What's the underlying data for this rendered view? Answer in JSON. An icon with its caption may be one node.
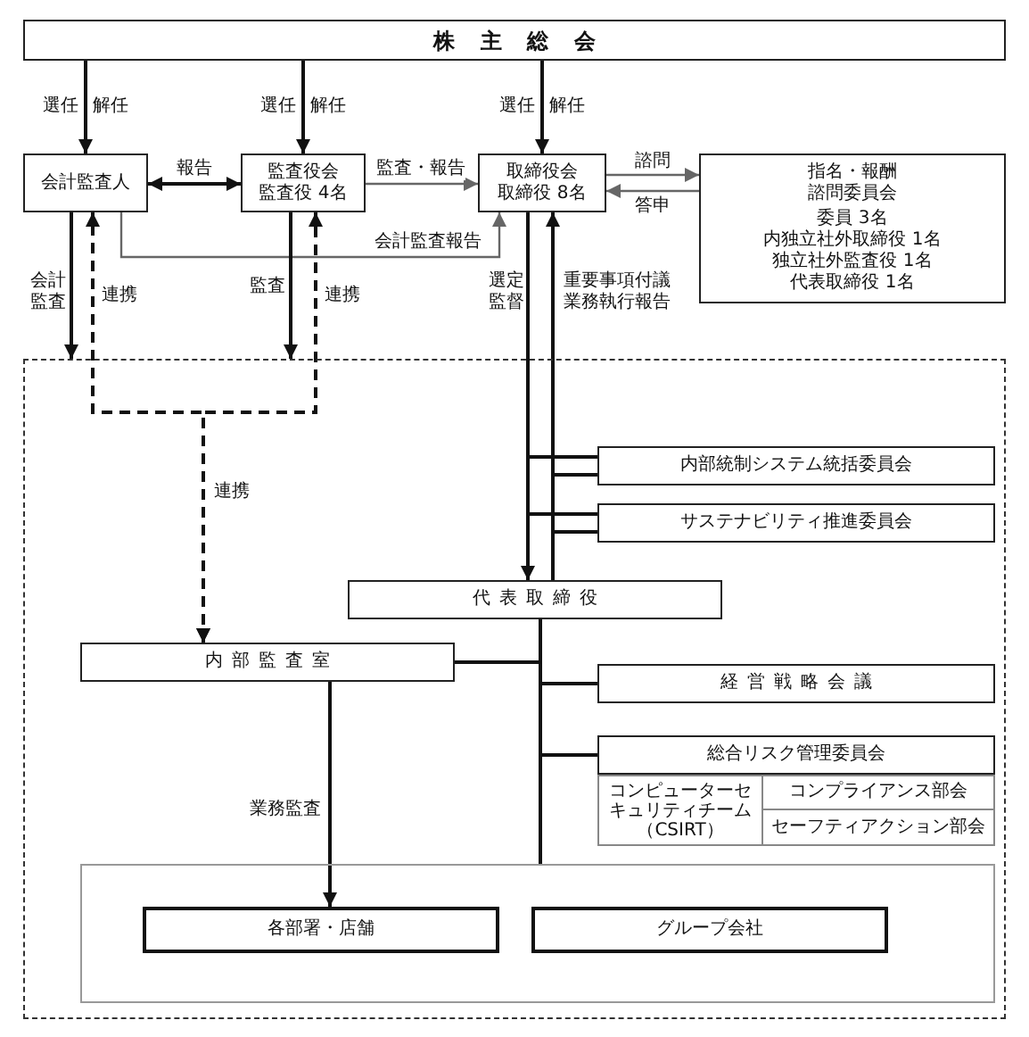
{
  "diagram": {
    "nodes": [
      {
        "text": [
          "株主総会"
        ]
      },
      {
        "text": [
          "会計監査人"
        ]
      },
      {
        "text": [
          "監査役会",
          "監査役 4名"
        ]
      },
      {
        "text": [
          "取締役会",
          "取締役 8名"
        ]
      },
      {
        "text": [
          "指名・報酬諮問委員会",
          "委員 3名",
          "内独立社外取締役 1名",
          "独立社外監査役 1名",
          "代表取締役 1名"
        ]
      },
      {
        "text": [],
        "shape": "box"
      },
      {
        "text": [
          "内部統制システム統括委員会"
        ],
        "in": 5
      },
      {
        "text": [
          "サステナビリティ推進委員会"
        ],
        "in": 5
      },
      {
        "text": [
          "代表取締役"
        ],
        "in": 5
      },
      {
        "text": [
          "内部監査室"
        ],
        "in": 5
      },
      {
        "text": [
          "経営戦略会議"
        ],
        "in": 5
      },
      {
        "text": [
          "総合リスク管理委員会"
        ],
        "in": 5
      },
      {
        "text": [
          "コンピューターセキュリティチーム",
          "（CSIRT）"
        ],
        "in": 5
      },
      {
        "text": [
          "コンプライアンス部会"
        ],
        "in": 5
      },
      {
        "text": [
          "セーフティアクション部会"
        ],
        "in": 5
      },
      {
        "text": [],
        "shape": "box",
        "in": 5
      },
      {
        "text": [
          "各部署・店舗"
        ],
        "in": 15
      },
      {
        "text": [
          "グループ会社"
        ],
        "in": 15
      }
    ],
    "edges": [
      {
        "from": 0,
        "to": 1,
        "arrow": "to",
        "label": "選任"
      },
      {
        "from": 0,
        "to": 2,
        "arrow": "to",
        "label": "選任"
      },
      {
        "from": 0,
        "to": 3,
        "arrow": "to",
        "label": "選任"
      },
      {
        "from": 1,
        "to": 2,
        "arrow": "both",
        "label": "報告"
      },
      {
        "from": 2,
        "to": 3,
        "arrow": "to",
        "label": "監査・報告",
        "color": "#666666"
      },
      {
        "from": 1,
        "to": 3,
        "arrow": "to",
        "label": "会計監査報告",
        "color": "#666666"
      },
      {
        "from": 3,
        "to": 4,
        "arrow": "to",
        "label": "諮問",
        "color": "#666666"
      },
      {
        "from": 4,
        "to": 3,
        "arrow": "to",
        "label": "答申",
        "color": "#666666"
      },
      {
        "from": 1,
        "to": 5,
        "arrow": "to",
        "label": "会計監査"
      },
      {
        "from": 2,
        "to": 5,
        "arrow": "to",
        "label": "監査"
      },
      {
        "from": 9,
        "to": 1,
        "arrow": "both",
        "label": "連携",
        "style": "dashed"
      },
      {
        "from": 9,
        "to": 2,
        "arrow": "both",
        "label": "連携",
        "style": "dashed"
      },
      {
        "from": 3,
        "to": 8,
        "arrow": "to",
        "label": "選定監督"
      },
      {
        "from": 8,
        "to": 3,
        "arrow": "to",
        "label": "重要事項付議業務執行報告"
      },
      {
        "from": 3,
        "to": 6,
        "arrow": "none"
      },
      {
        "from": 8,
        "to": 6,
        "arrow": "none"
      },
      {
        "from": 3,
        "to": 7,
        "arrow": "none"
      },
      {
        "from": 8,
        "to": 7,
        "arrow": "none"
      },
      {
        "from": 8,
        "to": 9,
        "arrow": "none"
      },
      {
        "from": 8,
        "to": 10,
        "arrow": "none"
      },
      {
        "from": 8,
        "to": 11,
        "arrow": "none"
      },
      {
        "from": 8,
        "to": 15,
        "arrow": "none"
      },
      {
        "from": 9,
        "to": 16,
        "arrow": "to",
        "label": "業務監査"
      }
    ],
    "labels": [
      "解任",
      "解任",
      "解任",
      "連携"
    ]
  }
}
